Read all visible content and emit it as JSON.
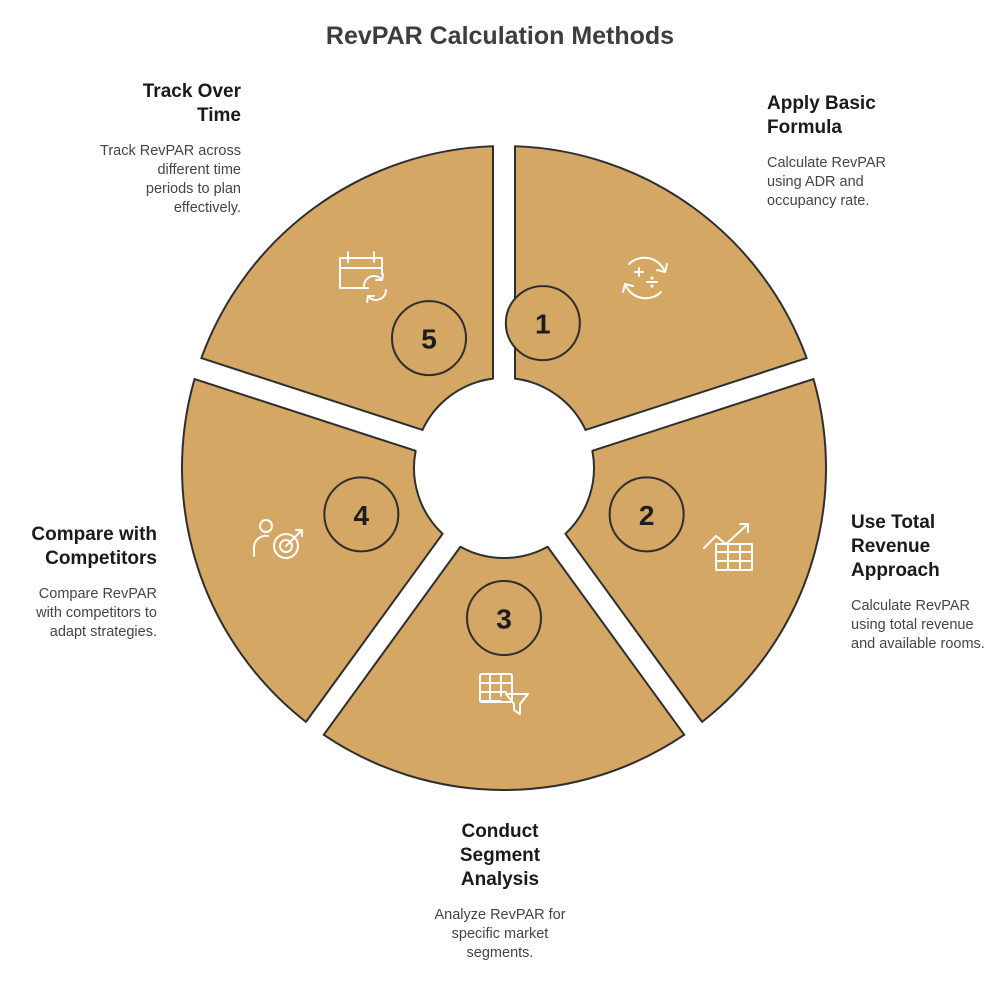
{
  "title": "RevPAR Calculation Methods",
  "colors": {
    "segment": "#d4a764",
    "outline": "#2e2e2e",
    "icon": "#ffffff"
  },
  "steps": [
    {
      "number": "1",
      "title_lines": [
        "Apply Basic",
        "Formula"
      ],
      "desc_lines": [
        "Calculate RevPAR",
        "using ADR and",
        "occupancy rate."
      ],
      "icon": "calculator-refresh-icon"
    },
    {
      "number": "2",
      "title_lines": [
        "Use Total",
        "Revenue",
        "Approach"
      ],
      "desc_lines": [
        "Calculate RevPAR",
        "using total revenue",
        "and available rooms."
      ],
      "icon": "growth-table-icon"
    },
    {
      "number": "3",
      "title_lines": [
        "Conduct",
        "Segment",
        "Analysis"
      ],
      "desc_lines": [
        "Analyze RevPAR for",
        "specific market",
        "segments."
      ],
      "icon": "table-filter-icon"
    },
    {
      "number": "4",
      "title_lines": [
        "Compare with",
        "Competitors"
      ],
      "desc_lines": [
        "Compare RevPAR",
        "with competitors to",
        "adapt strategies."
      ],
      "icon": "target-person-icon"
    },
    {
      "number": "5",
      "title_lines": [
        "Track Over",
        "Time"
      ],
      "desc_lines": [
        "Track RevPAR across",
        "different time",
        "periods to plan",
        "effectively."
      ],
      "icon": "calendar-refresh-icon"
    }
  ]
}
